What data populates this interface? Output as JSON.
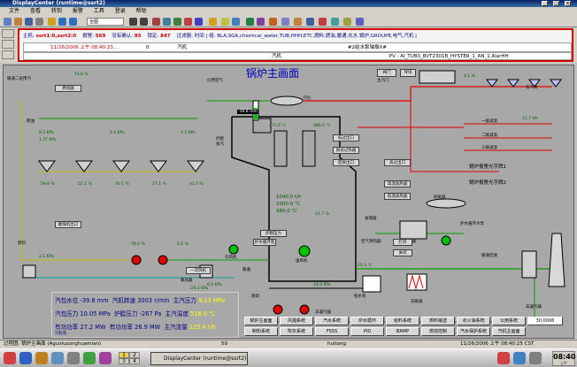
{
  "window": {
    "title": "DisplayCenter (runtime@ssrt2)"
  },
  "menu": [
    "文件",
    "查看",
    "转到",
    "报警",
    "工具",
    "登录",
    "帮助"
  ],
  "toolbar": {
    "zoom": "全图"
  },
  "alarm": {
    "host_label": "主机:",
    "host": "ssrt1:0,ssrt2:0",
    "count_label": "报警:",
    "count": "569",
    "unack_label": "没有确认:",
    "unack": "85",
    "locked_label": "锁定:",
    "locked": "847",
    "filter": "过滤器: 时间 | 组: BLA,SGA,chemical_water,TUB,HHH,ETC,燃料,燃油,暖通,化水,锅炉,GROUPE,电气,汽机 |",
    "row_time": "11/26/2006 上午 08:40:23...",
    "row_num": "0",
    "row_group": "汽机",
    "row_desc": "#2给水泵轴振X#",
    "row2_group": "汽机",
    "row2_tag": "PV : AI_TUB3_BVT2301B_HYSTER_1_AN_1.AlarHH"
  },
  "mimic": {
    "title": "锅炉主画面",
    "labels": {
      "l1": "暖通二层用汽",
      "l2": "仪用空气",
      "l3": "去汽机",
      "l4": "一级减温",
      "l5": "二级减温",
      "l6": "三级减温",
      "l7": "锅炉报警光字牌1",
      "l8": "锅炉报警光字牌2",
      "l9": "除氧器",
      "l10": "炉水循环水泵",
      "l11": "电除尘器",
      "l12": "暖通空调",
      "l13": "燃料",
      "l14": "给水泵",
      "l15": "去凝汽器",
      "l16": "炉膛",
      "l17": "省煤器",
      "l18": "空气预热器",
      "l19": "引风机",
      "l20": "送风机",
      "l21": "去凝汽器",
      "l22": "暖通",
      "l23": "脱硫",
      "l24": "去暖通",
      "l25": "排汽",
      "l26": "燃油",
      "l27": "暖风器",
      "l28": "汽包",
      "l29": "主汽门",
      "l30": "打开",
      "l31": "关闭"
    },
    "values": {
      "v1": "15.6 %",
      "v2": "15.7 t/h",
      "v3": "4.1 %",
      "v4": "1040.0 t/h",
      "v5": "1000.0 ℃",
      "v6": "980.0 ℃",
      "v7": "14.7 %",
      "v8": "59.8 %",
      "v9": "55.1 %",
      "v10": "30.1 %",
      "v11": "27.1 %",
      "v12": "41.0 %",
      "v13": "-39.8 mm",
      "v14": "8.2 KPa",
      "v15": "1.37 KPa",
      "v16": "2.4 KPa",
      "v17": "4.3 KPa",
      "v18": "78.0 %",
      "v19": "2.1 KPa",
      "v20": "0.5 %",
      "v21": "20.3 ℃",
      "v22": "-10.2 KPa",
      "v23": "471.0 ℃",
      "v24": "486.0 ℃",
      "v25": "6.0 KPa",
      "v26": "19.4 KPa"
    },
    "buttons": {
      "b1": "阀门",
      "b2": "导块",
      "b3": "低过出口",
      "b4": "屏式过热器",
      "b5": "后屏出口",
      "b6": "高过出口",
      "b7": "高温再热器",
      "b8": "低温再热器",
      "b9": "炉膛压力",
      "b10": "炉水循环泵",
      "b11": "一次风机",
      "b12": "磨煤机出口",
      "b13": "燃烧器"
    },
    "info": {
      "r1a": "汽包水位",
      "r1b": "-39.8 mm",
      "r1c": "汽机转速",
      "r1d": "3003 r/min",
      "r1e": "主汽压力",
      "r1f": "9.23 MPa",
      "r2a": "汽包压力",
      "r2b": "10.05 MPa",
      "r2c": "炉膛压力",
      "r2d": "-267 Pa",
      "r2e": "主汽温度",
      "r2f": "518.0 ℃",
      "r3a": "有功功率",
      "r3b": "27.2 MW",
      "r3c": "有功功率",
      "r3d": "26.9 MW",
      "r3e": "主汽流量",
      "r3f": "125.4 t/h",
      "r3sub": "汽轮机"
    },
    "nav": {
      "n1": "锅炉主画面",
      "n2": "风烟系统",
      "n3": "汽水系统",
      "n4": "炉水循环",
      "n5": "给料系统",
      "n6": "燃料输送",
      "n7": "点火油系统",
      "n8": "公用系统",
      "n9": "30,0006",
      "n10": "制粉系统",
      "n11": "吹灰系统",
      "n12": "FSSS",
      "n13": "PID",
      "n14": "BAMP",
      "n15": "燃烧控制",
      "n16": "汽水保护系统",
      "n17": "汽机主画面"
    }
  },
  "status": {
    "left": "过程图: 锅炉主画面 (Aguoluzonghuamian)",
    "user": "huitong",
    "time": "11/26/2006 上午 08:40:25 CST",
    "num": "59"
  },
  "taskbar": {
    "task": "DisplayCenter (runtime@ssrt2)",
    "pages": [
      "1",
      "2",
      "3",
      "4"
    ],
    "clock": "08:40",
    "clock_sub": "上午"
  },
  "colors": {
    "alarm_red": "#d00000",
    "process_green": "#006000",
    "title_blue": "#0000c0",
    "mimic_bg": "#a8a8a8"
  }
}
